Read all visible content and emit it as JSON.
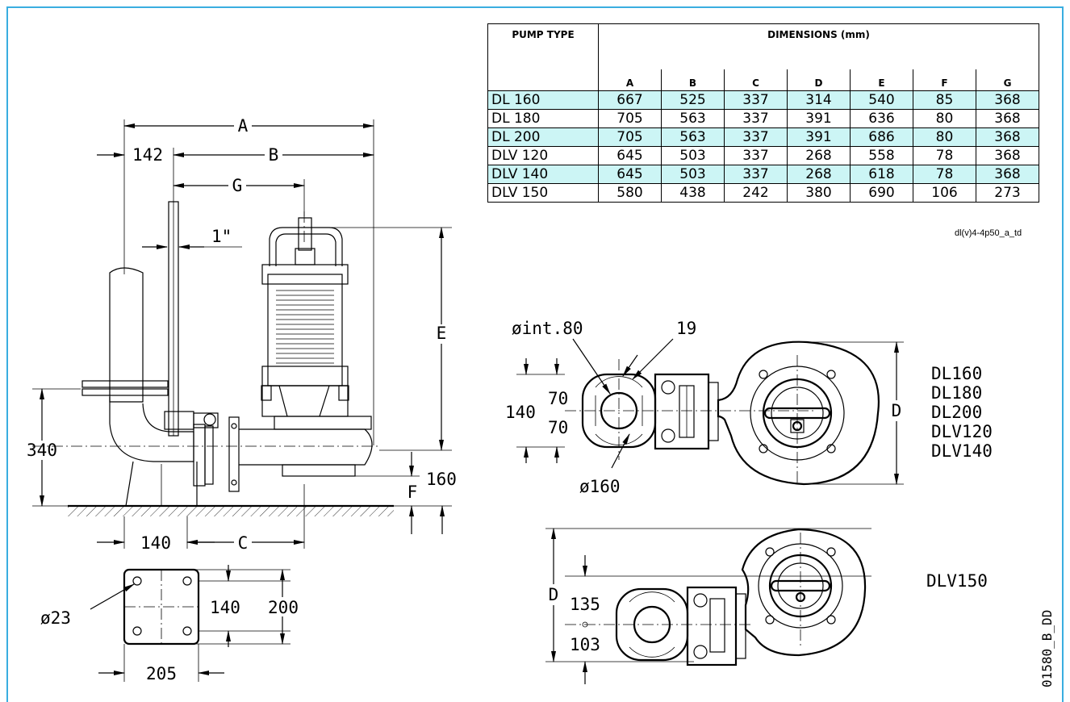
{
  "table": {
    "header_type": "PUMP TYPE",
    "header_dims": "DIMENSIONS (mm)",
    "columns": [
      "A",
      "B",
      "C",
      "D",
      "E",
      "F",
      "G"
    ],
    "rows": [
      {
        "name": "DL 160",
        "values": [
          "667",
          "525",
          "337",
          "314",
          "540",
          "85",
          "368"
        ]
      },
      {
        "name": "DL 180",
        "values": [
          "705",
          "563",
          "337",
          "391",
          "636",
          "80",
          "368"
        ]
      },
      {
        "name": "DL 200",
        "values": [
          "705",
          "563",
          "337",
          "391",
          "686",
          "80",
          "368"
        ]
      },
      {
        "name": "DLV 120",
        "values": [
          "645",
          "503",
          "337",
          "268",
          "558",
          "78",
          "368"
        ]
      },
      {
        "name": "DLV 140",
        "values": [
          "645",
          "503",
          "337",
          "268",
          "618",
          "78",
          "368"
        ]
      },
      {
        "name": "DLV 150",
        "values": [
          "580",
          "438",
          "242",
          "380",
          "690",
          "106",
          "273"
        ]
      }
    ],
    "code": "dl(v)4-4p50_a_td"
  },
  "side_view": {
    "A": "A",
    "B": "B",
    "G": "G",
    "E": "E",
    "C": "C",
    "F": "F",
    "d142": "142",
    "d1in": "1\"",
    "d340": "340",
    "d160": "160",
    "d140": "140"
  },
  "base_view": {
    "d23": "ø23",
    "d140": "140",
    "d200": "200",
    "d205": "205"
  },
  "top_view_1": {
    "int80": "øint.80",
    "d19": "19",
    "d140": "140",
    "d70a": "70",
    "d70b": "70",
    "d160": "ø160",
    "D": "D",
    "models": [
      "DL160",
      "DL180",
      "DL200",
      "DLV120",
      "DLV140"
    ]
  },
  "top_view_2": {
    "D": "D",
    "d135": "135",
    "d103": "103",
    "model": "DLV150"
  },
  "drawing_code": "01580_B_DD",
  "colors": {
    "frame": "#3aaee0",
    "row_highlight": "#ccf5f5"
  }
}
